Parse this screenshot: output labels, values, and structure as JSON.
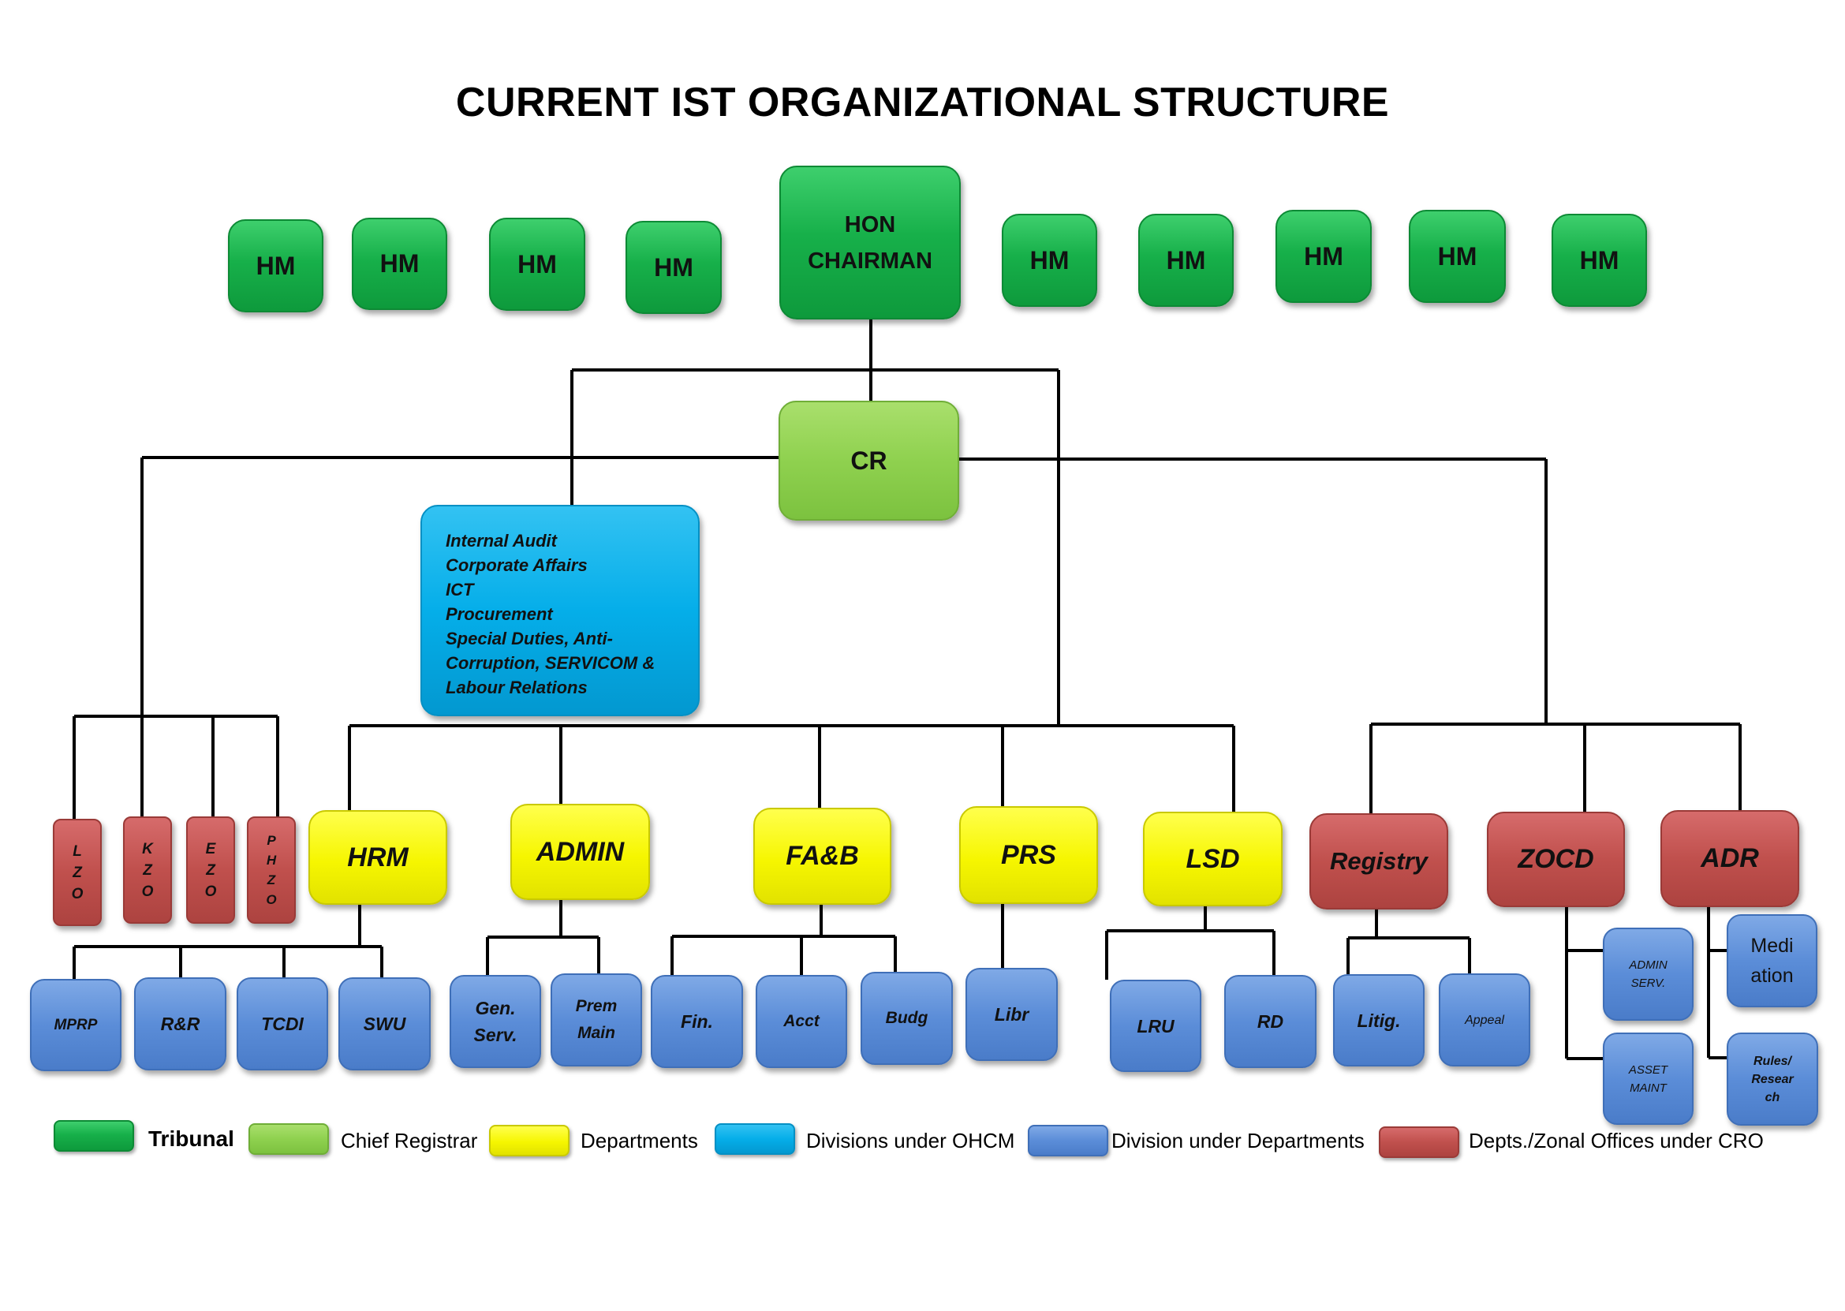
{
  "title": "CURRENT IST ORGANIZATIONAL STRUCTURE",
  "tribunal": {
    "chairman_line1": "HON",
    "chairman_line2": "CHAIRMAN",
    "member_label": "HM"
  },
  "chief_registrar": "CR",
  "ohcm_divisions": [
    "Internal Audit",
    "Corporate Affairs",
    "ICT",
    "Procurement",
    "Special Duties, Anti-",
    "Corruption, SERVICOM &",
    "Labour Relations"
  ],
  "zonal_offices": [
    {
      "letters": [
        "L",
        "Z",
        "O"
      ]
    },
    {
      "letters": [
        "K",
        "Z",
        "O"
      ]
    },
    {
      "letters": [
        "E",
        "Z",
        "O"
      ]
    },
    {
      "letters": [
        "P",
        "H",
        "Z",
        "O"
      ]
    }
  ],
  "departments": [
    {
      "name": "HRM",
      "divisions": [
        "MPRP",
        "R&R",
        "TCDI",
        "SWU"
      ]
    },
    {
      "name": "ADMIN",
      "divisions": [
        [
          "Gen.",
          "Serv."
        ],
        [
          "Prem",
          "Main"
        ]
      ]
    },
    {
      "name": "FA&B",
      "divisions": [
        "Fin.",
        "Acct",
        "Budg"
      ]
    },
    {
      "name": "PRS",
      "divisions": [
        "Libr"
      ]
    },
    {
      "name": "LSD",
      "divisions": [
        "LRU",
        "RD"
      ]
    }
  ],
  "cro_departments": [
    {
      "name": "Registry",
      "divisions": [
        "Litig.",
        "Appeal"
      ]
    },
    {
      "name": "ZOCD",
      "divisions": [
        [
          "ADMIN",
          "SERV."
        ],
        [
          "ASSET",
          "MAINT"
        ]
      ]
    },
    {
      "name": "ADR",
      "divisions": [
        [
          "Medi",
          "ation"
        ],
        [
          "Rules/",
          "Resear",
          "ch"
        ]
      ]
    }
  ],
  "legend": [
    {
      "label": "Tribunal",
      "color": "#17b04a"
    },
    {
      "label": "Chief Registrar",
      "color": "#8fd14f"
    },
    {
      "label": "Departments",
      "color": "#f6f600"
    },
    {
      "label": "Divisions under OHCM",
      "color": "#05aee9"
    },
    {
      "label": "Division under Departments",
      "color": "#5b8dd8"
    },
    {
      "label": "Depts./Zonal Offices under CRO",
      "color": "#c0504d"
    }
  ]
}
